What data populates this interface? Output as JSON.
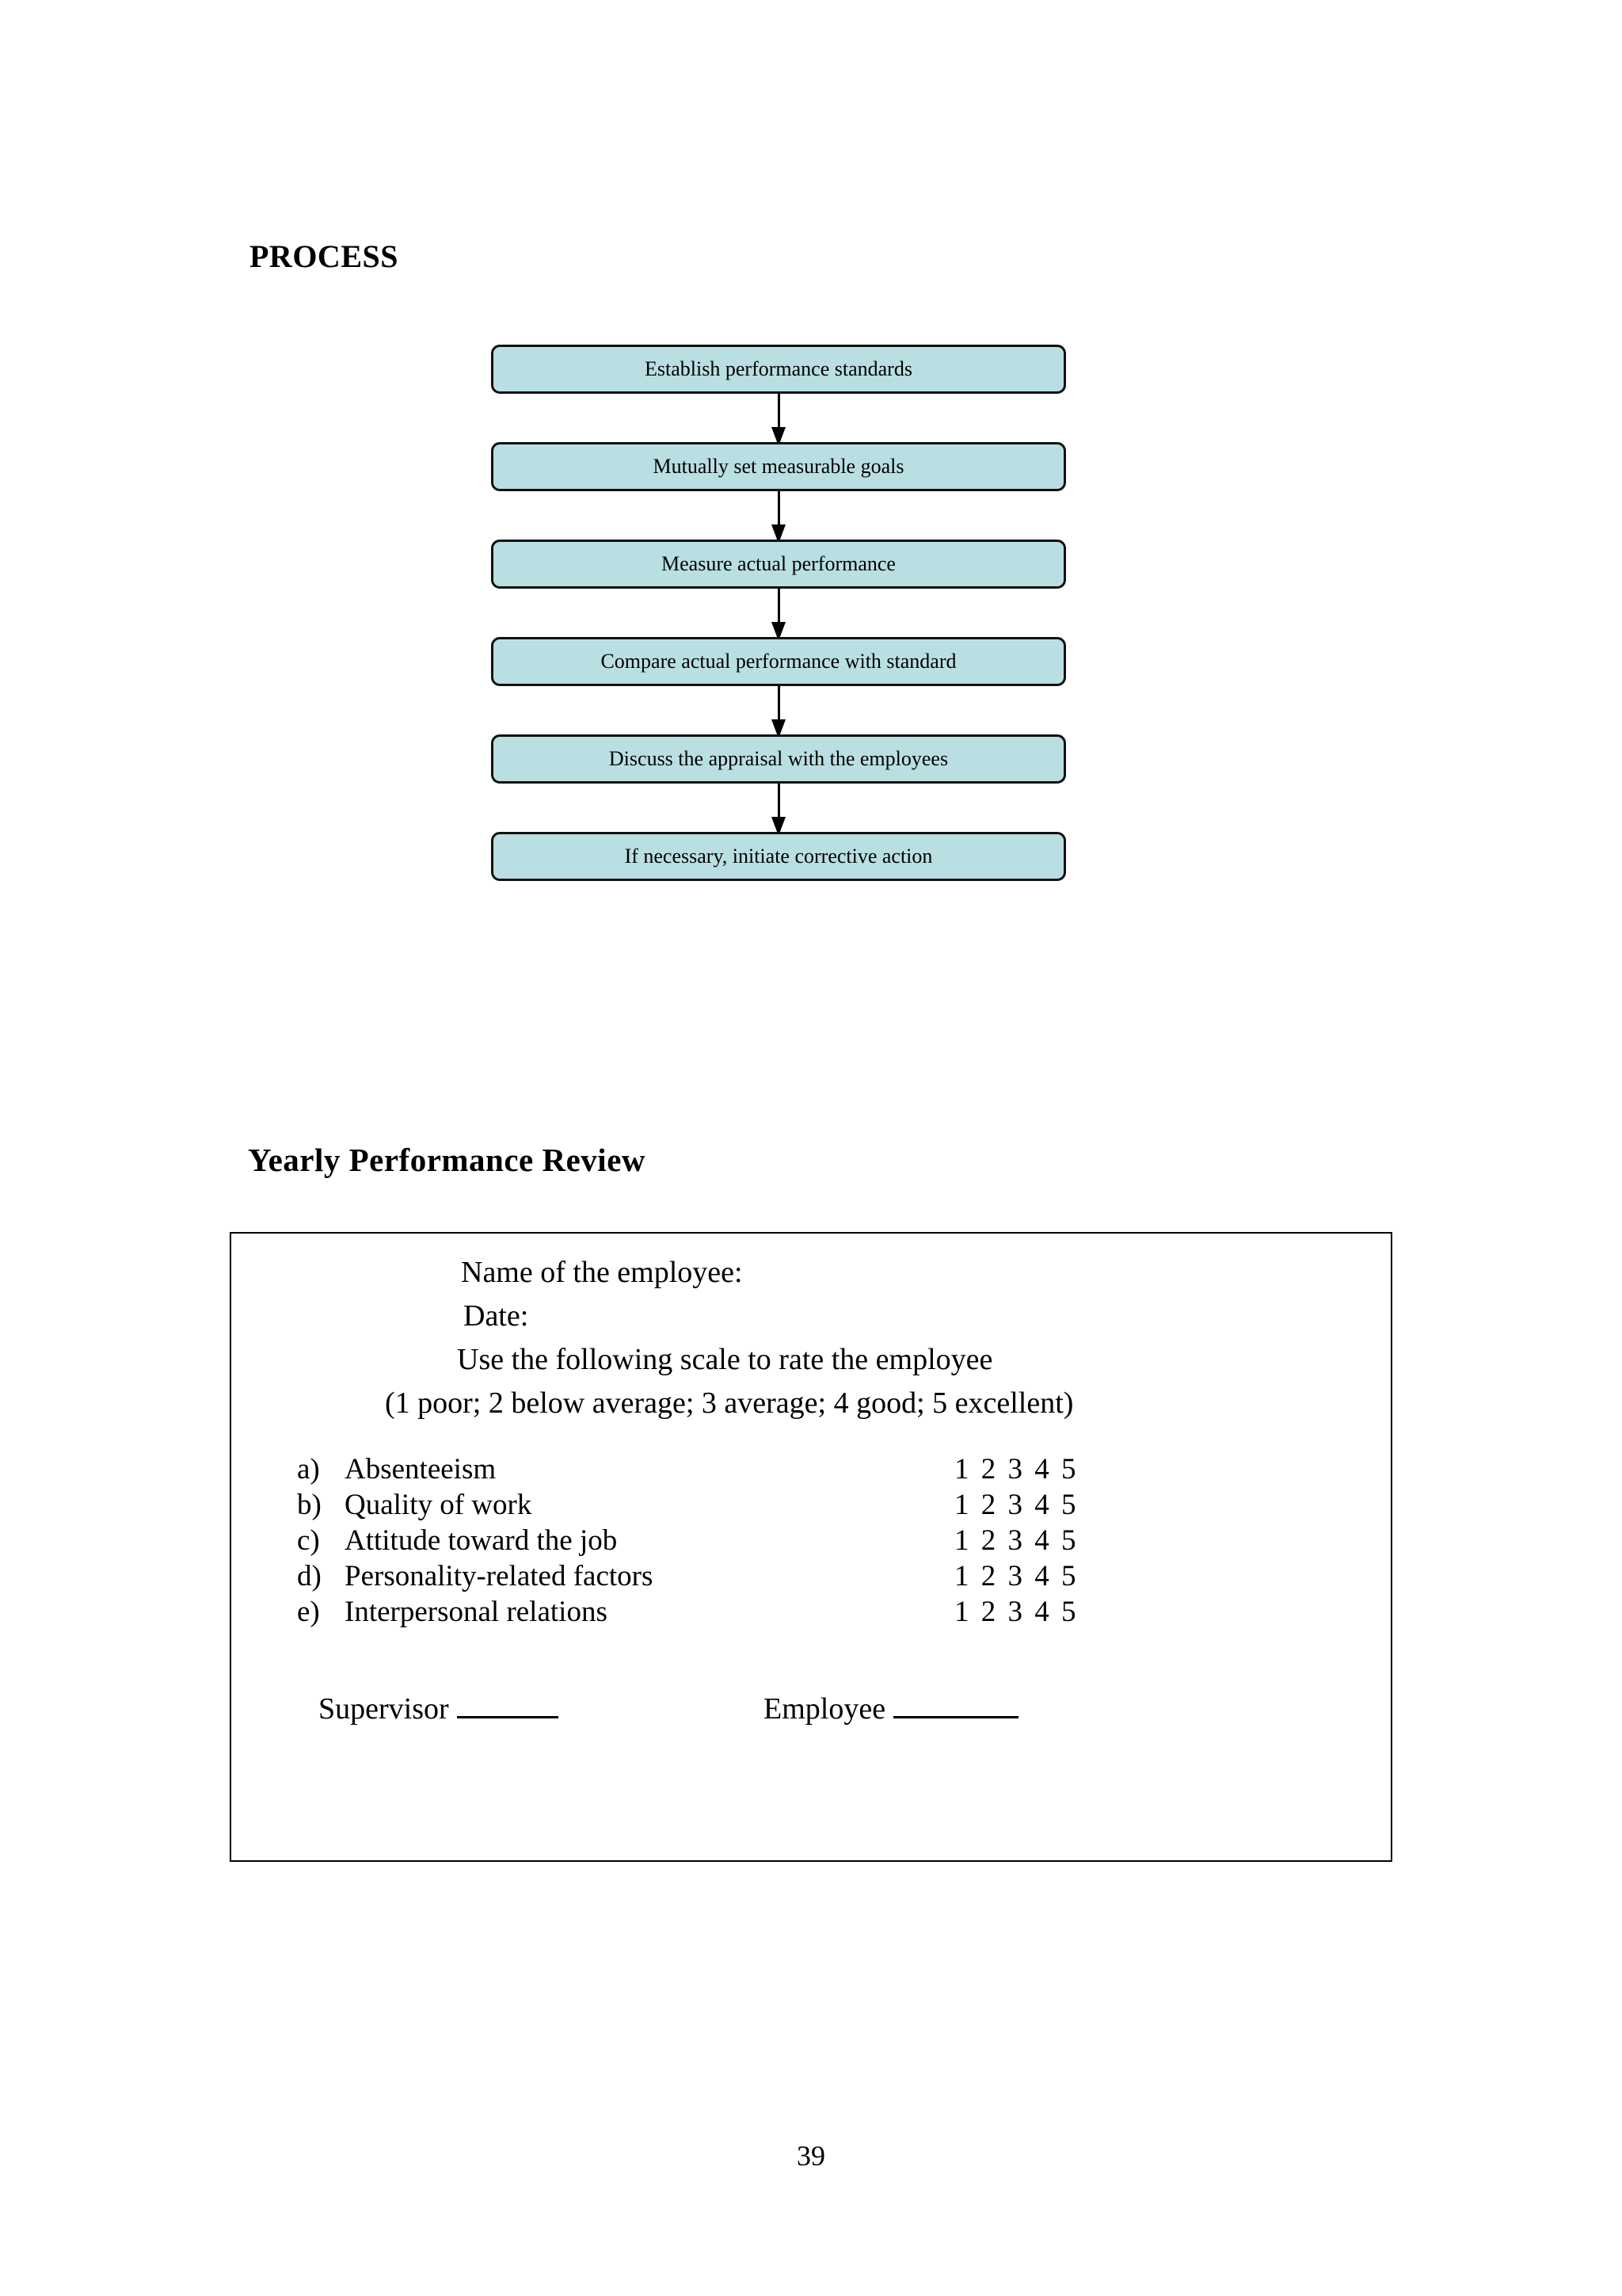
{
  "document": {
    "process_heading": "PROCESS",
    "review_heading": "Yearly Performance Review",
    "page_number": "39"
  },
  "flowchart": {
    "box_fill_color": "#b9dfe3",
    "box_border_color": "#111111",
    "steps": [
      {
        "label": "Establish performance standards"
      },
      {
        "label": "Mutually set measurable goals"
      },
      {
        "label": "Measure actual performance"
      },
      {
        "label": "Compare actual performance with standard"
      },
      {
        "label": "Discuss the appraisal with the employees"
      },
      {
        "label": "If necessary, initiate corrective action"
      }
    ]
  },
  "review_form": {
    "name_line": "Name of the employee:",
    "date_line": "Date:",
    "scale_instruction": "Use the following scale to rate the employee",
    "scale_legend": "(1 poor; 2 below average; 3 average; 4 good; 5 excellent)",
    "rating_scale": "1 2 3 4 5",
    "items": [
      {
        "marker": "a)",
        "label": "Absenteeism",
        "scale": "1 2 3 4 5"
      },
      {
        "marker": "b)",
        "label": "Quality of work",
        "scale": "1 2 3 4 5"
      },
      {
        "marker": "c)",
        "label": "Attitude toward the job",
        "scale": "1 2 3 4 5"
      },
      {
        "marker": "d)",
        "label": "Personality-related factors",
        "scale": "1 2 3 4 5"
      },
      {
        "marker": "e)",
        "label": "Interpersonal relations",
        "scale": "1 2 3 4 5"
      }
    ],
    "supervisor_label": "Supervisor",
    "employee_label": "Employee"
  }
}
